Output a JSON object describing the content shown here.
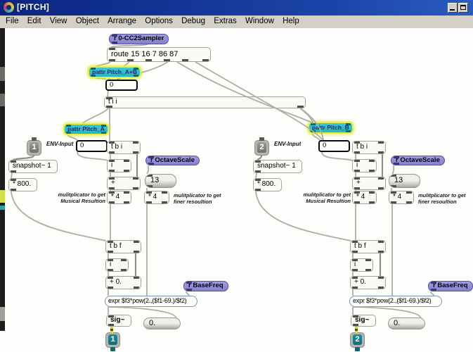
{
  "window": {
    "title": "[PITCH]"
  },
  "menu": {
    "items": [
      "File",
      "Edit",
      "View",
      "Object",
      "Arrange",
      "Options",
      "Debug",
      "Extras",
      "Window",
      "Help"
    ]
  },
  "top": {
    "receive_cc2": "r 0-CC2Sampler",
    "route": "route 15 16 7 86 87",
    "pattr_ab": "pattr Pitch_A+B",
    "num_ab": "0",
    "trigger_ii": "t i i"
  },
  "section_a": {
    "pattr": "pattr Pitch_A",
    "inlet_num": "1",
    "inlet_label": "ENV-Input",
    "num": "0",
    "trigger_bi": "t b i",
    "snapshot": "snapshot~ 1",
    "mul800": "* 800.",
    "int1": "i",
    "plus": "+",
    "receive_octave": "r OctaveScale",
    "num13": "13",
    "mul4_musical": "* 4",
    "comment_musical": "mulitplicator to get Musical Resultion",
    "mul4_finer": "* 4",
    "comment_finer": "mulitplicator to get finer resoultion",
    "trigger_bf": "t b f",
    "int2": "i",
    "plus0": "+ 0.",
    "receive_basefreq": "r BaseFreq",
    "expr": "expr $f3*pow(2.,($f1-69.)/$f2)",
    "sig": "sig~",
    "num_float": "0.",
    "outlet_num": "1"
  },
  "section_b": {
    "pattr": "pattr Pitch_B",
    "inlet_num": "2",
    "inlet_label": "ENV-Input",
    "num": "0",
    "trigger_bi": "t b i",
    "snapshot": "snapshot~ 1",
    "mul800": "* 800.",
    "int1": "i",
    "plus": "+",
    "receive_octave": "r OctaveScale",
    "num13": "13",
    "mul4_musical": "* 4",
    "comment_musical": "mulitplicator to get Musical Resultion",
    "mul4_finer": "* 4",
    "comment_finer": "mulitplicator to get finer resoultion",
    "trigger_bf": "t b f",
    "int2": "i",
    "plus0": "+ 0.",
    "receive_basefreq": "r BaseFreq",
    "expr": "expr $f3*pow(2.,($f1-69.)/$f2)",
    "sig": "sig~",
    "num_float": "0.",
    "outlet_num": "2"
  },
  "colors": {
    "titlebar": "#0b2480",
    "menu_bg": "#d4d0c8",
    "canvas": "#fefefc",
    "receive_fill": "#978fd7",
    "pattr_fill": "#33c6ce",
    "pattr_halo": "#e7ef3c",
    "expr_border": "#7a97c2",
    "outlet_teal": "#15808e",
    "cord": "#aeaea6",
    "signal_cord": "#d8d84c"
  }
}
